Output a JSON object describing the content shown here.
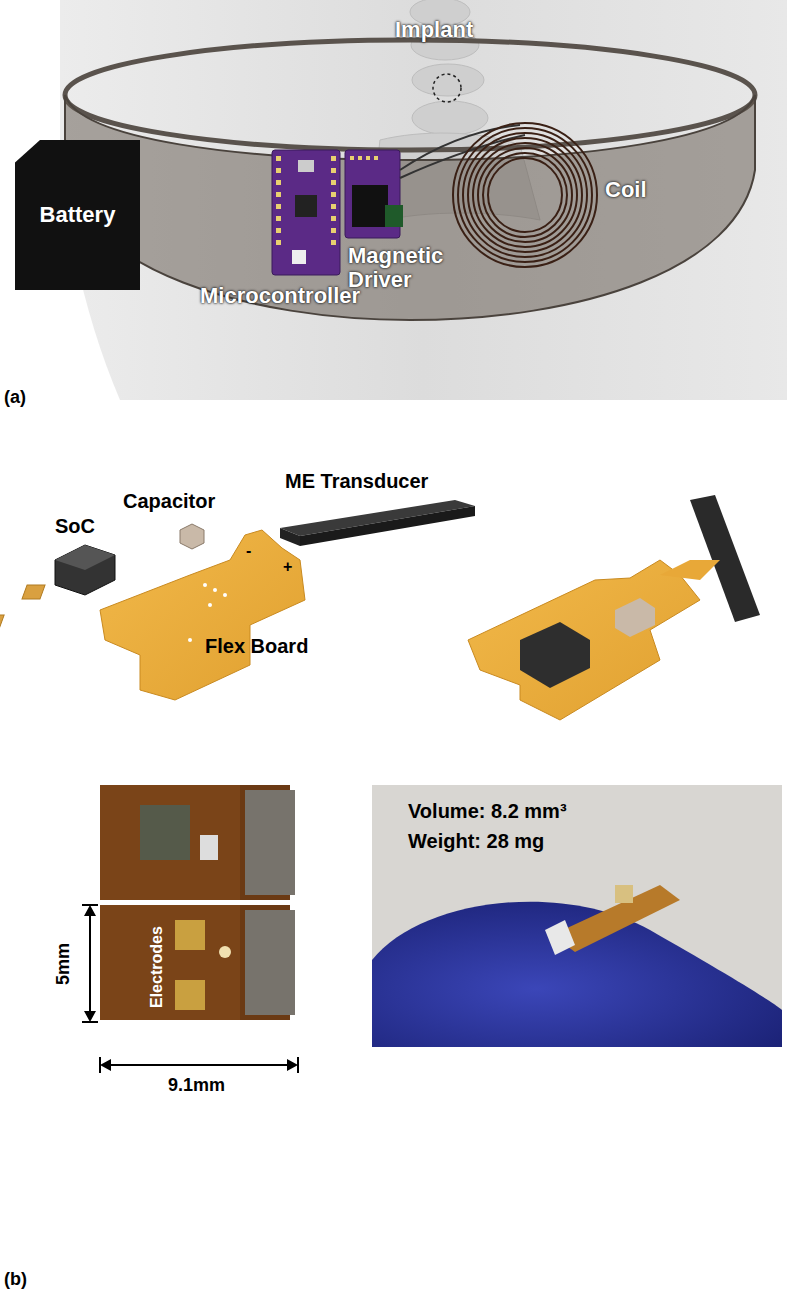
{
  "diagram": {
    "nodes": [
      {
        "text": [
          "Battery"
        ]
      }
    ],
    "labels": [
      "Implant",
      "Coil",
      "Microcontroller",
      "Magnetic Driver",
      "(a)",
      "SoC",
      "Capacitor",
      "ME Transducer",
      "Flex Board",
      "-",
      "+",
      "Electrodes",
      "5mm",
      "9.1mm",
      "Volume: 8.2 mm³",
      "Weight: 28 mg",
      "(b)"
    ]
  }
}
